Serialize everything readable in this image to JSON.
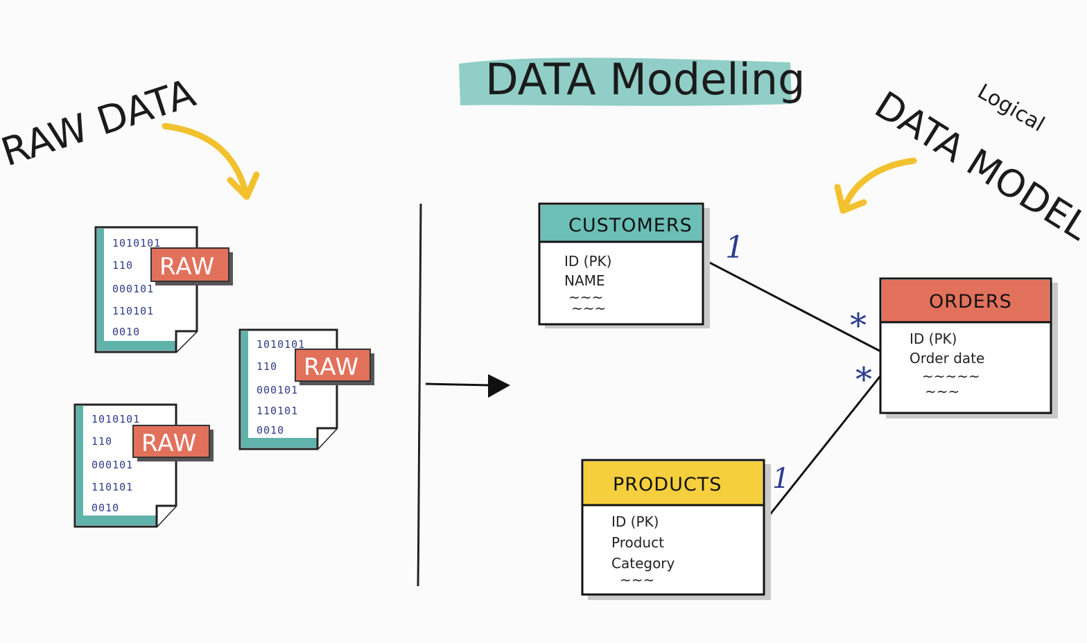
{
  "title": "DATA Modeling",
  "left_label": "RAW DATA",
  "right_label": "DATA MODEL",
  "right_label_qualifier": "Logical",
  "raw_files": [
    {
      "badge": "RAW",
      "rows": [
        "1010101",
        "110",
        "000101",
        "110101",
        "0010"
      ]
    },
    {
      "badge": "RAW",
      "rows": [
        "1010101",
        "110",
        "000101",
        "110101",
        "0010"
      ]
    },
    {
      "badge": "RAW",
      "rows": [
        "1010101",
        "110",
        "000101",
        "110101",
        "0010"
      ]
    }
  ],
  "entities": {
    "customers": {
      "name": "CUSTOMERS",
      "color": "#6bbfb6",
      "fields": [
        "ID (PK)",
        "NAME",
        "~~~",
        "~~~"
      ]
    },
    "orders": {
      "name": "ORDERS",
      "color": "#e2715c",
      "fields": [
        "ID (PK)",
        "Order date",
        "~~~~~",
        "~~~"
      ]
    },
    "products": {
      "name": "PRODUCTS",
      "color": "#f5cf3d",
      "fields": [
        "ID (PK)",
        "Product",
        "Category",
        "~~~"
      ]
    }
  },
  "relationships": [
    {
      "from": "customers",
      "to": "orders",
      "from_card": "1",
      "to_card": "*"
    },
    {
      "from": "products",
      "to": "orders",
      "from_card": "1",
      "to_card": "*"
    }
  ],
  "colors": {
    "title_highlight": "#7cc6bd",
    "file_accent": "#5fb3ab",
    "raw_badge": "#e2715c",
    "arrow_yellow": "#f2c12e",
    "cardinality": "#2b3a8f"
  }
}
